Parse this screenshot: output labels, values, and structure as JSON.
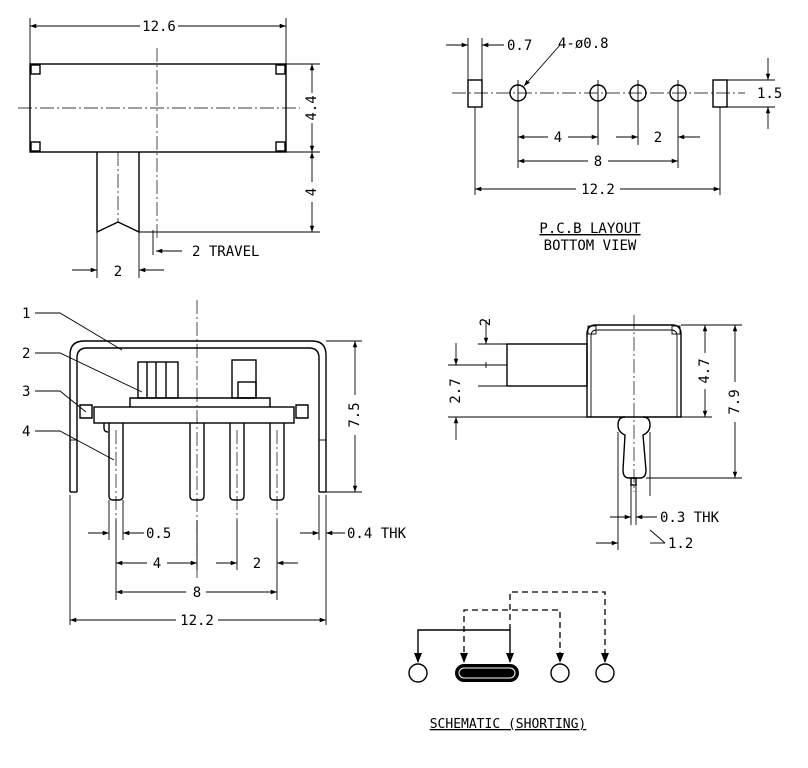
{
  "top_view": {
    "width_dim": "12.6",
    "height_dim": "4.4",
    "actuator_len_dim": "4",
    "actuator_w_dim": "2",
    "travel_label": "2 TRAVEL"
  },
  "pcb_layout": {
    "pad_dim": "0.7",
    "hole_dim": "4-ø0.8",
    "pad_height_dim": "1.5",
    "pitch_4": "4",
    "pitch_2": "2",
    "span_8": "8",
    "span_12": "12.2",
    "title_line1": "P.C.B LAYOUT",
    "title_line2": "BOTTOM VIEW"
  },
  "front_view": {
    "callouts": [
      "1",
      "2",
      "3",
      "4"
    ],
    "height_dim": "7.5",
    "pin_w_dim": "0.5",
    "tab_thk_dim": "0.4 THK",
    "pitch_4": "4",
    "pitch_2": "2",
    "span_8": "8",
    "span_12": "12.2"
  },
  "side_view": {
    "actuator_w_dim": "2",
    "actuator_pos_dim": "2.7",
    "body_h_dim": "4.7",
    "total_h_dim": "7.9",
    "pin_thk_dim": "0.3 THK",
    "pin_w_dim": "1.2"
  },
  "schematic": {
    "title": "SCHEMATIC (SHORTING)"
  }
}
